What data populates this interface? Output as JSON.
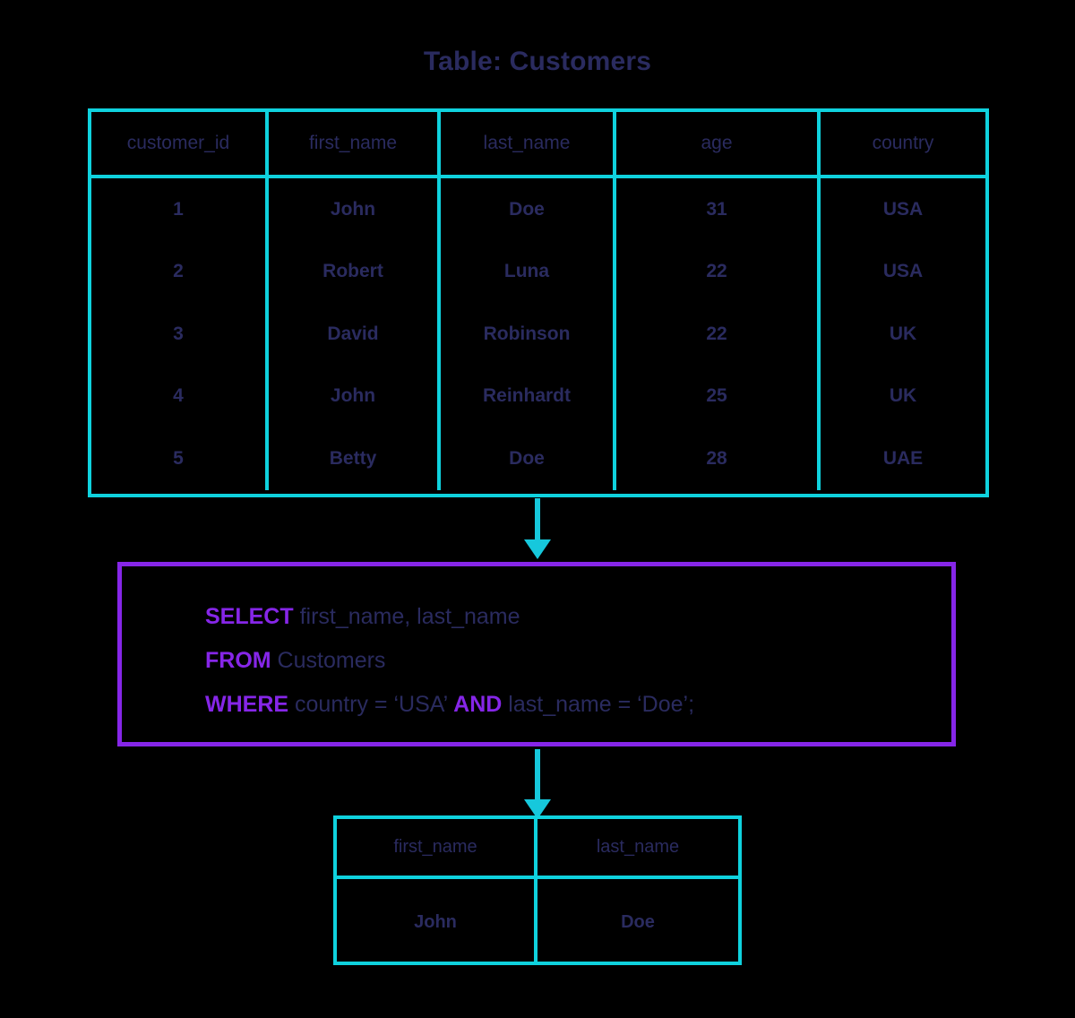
{
  "title": "Table: Customers",
  "colors": {
    "background": "#000000",
    "table_border": "#0fd2de",
    "arrow": "#16c8dc",
    "text_navy": "#2a2b5f",
    "keyword_purple": "#8626e8",
    "query_border": "#8626e8"
  },
  "source_table": {
    "name": "Customers",
    "columns": [
      "customer_id",
      "first_name",
      "last_name",
      "age",
      "country"
    ],
    "rows": [
      [
        "1",
        "John",
        "Doe",
        "31",
        "USA"
      ],
      [
        "2",
        "Robert",
        "Luna",
        "22",
        "USA"
      ],
      [
        "3",
        "David",
        "Robinson",
        "22",
        "UK"
      ],
      [
        "4",
        "John",
        "Reinhardt",
        "25",
        "UK"
      ],
      [
        "5",
        "Betty",
        "Doe",
        "28",
        "UAE"
      ]
    ]
  },
  "query": {
    "line1": {
      "keyword": "SELECT",
      "rest": " first_name, last_name"
    },
    "line2": {
      "keyword": "FROM",
      "rest": " Customers"
    },
    "line3": {
      "keyword": "WHERE",
      "rest_a": " country = ‘USA’ ",
      "keyword2": "AND",
      "rest_b": " last_name = ‘Doe’;"
    },
    "full_text": "SELECT first_name, last_name FROM Customers WHERE country = ‘USA’ AND last_name = ‘Doe’;"
  },
  "result_table": {
    "columns": [
      "first_name",
      "last_name"
    ],
    "rows": [
      [
        "John",
        "Doe"
      ]
    ]
  },
  "arrows": {
    "top": "arrow-down",
    "bottom": "arrow-down"
  }
}
